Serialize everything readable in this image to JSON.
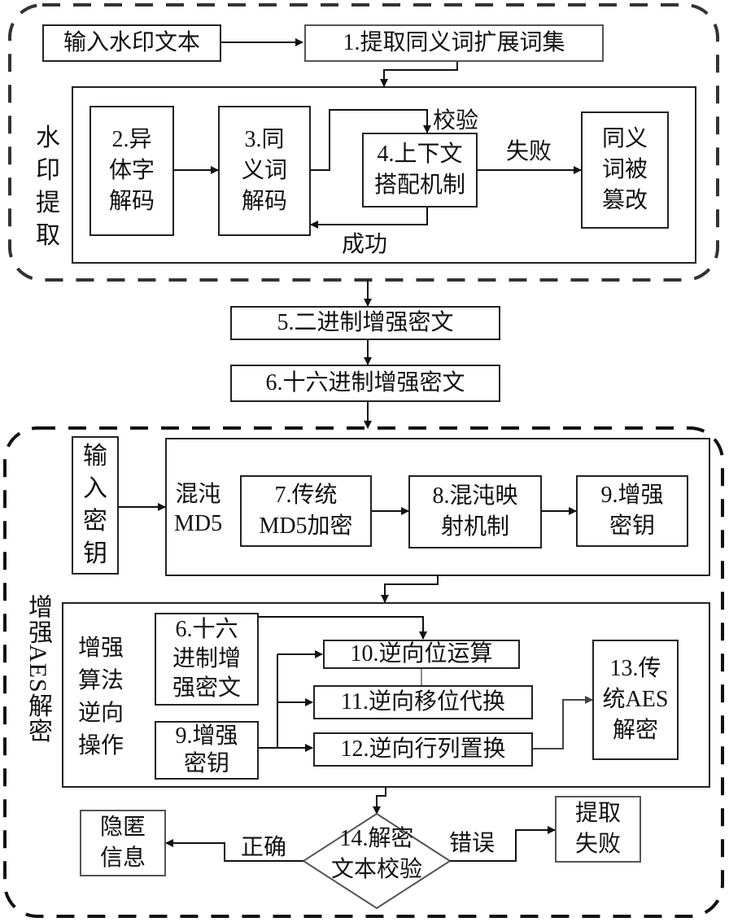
{
  "groups": {
    "watermark_extraction": {
      "label": "水印提取"
    },
    "enhanced_aes_decryption": {
      "label": "增强AES解密"
    }
  },
  "nodes": {
    "input_watermark_text": "输入水印文本",
    "n1": "1.提取同义词扩展词集",
    "n2": "2.异\n体字\n解码",
    "n3": "3.同\n义词\n解码",
    "n4": "4.上下文\n搭配机制",
    "synonym_tampered": "同义\n词被\n篡改",
    "n5": "5.二进制增强密文",
    "n6": "6.十六进制增强密文",
    "input_key": "输\n入\n密\n钥",
    "chaos_md5_label": "混沌\nMD5",
    "n7": "7.传统\nMD5加密",
    "n8": "8.混沌映\n射机制",
    "n9": "9.增强\n密钥",
    "reverse_ops_label": "增强\n算法\n逆向\n操作",
    "n6b": "6.十六\n进制增\n强密文",
    "n9b": "9.增强\n密钥",
    "n10": "10.逆向位运算",
    "n11": "11.逆向移位代换",
    "n12": "12.逆向行列置换",
    "n13": "13.传\n统AES\n解密",
    "n14": "14.解密\n文本校验",
    "hidden_info": "隐匿\n信息",
    "extract_fail": "提取\n失败"
  },
  "edge_labels": {
    "verify": "校验",
    "fail": "失败",
    "success": "成功",
    "correct": "正确",
    "error": "错误"
  }
}
